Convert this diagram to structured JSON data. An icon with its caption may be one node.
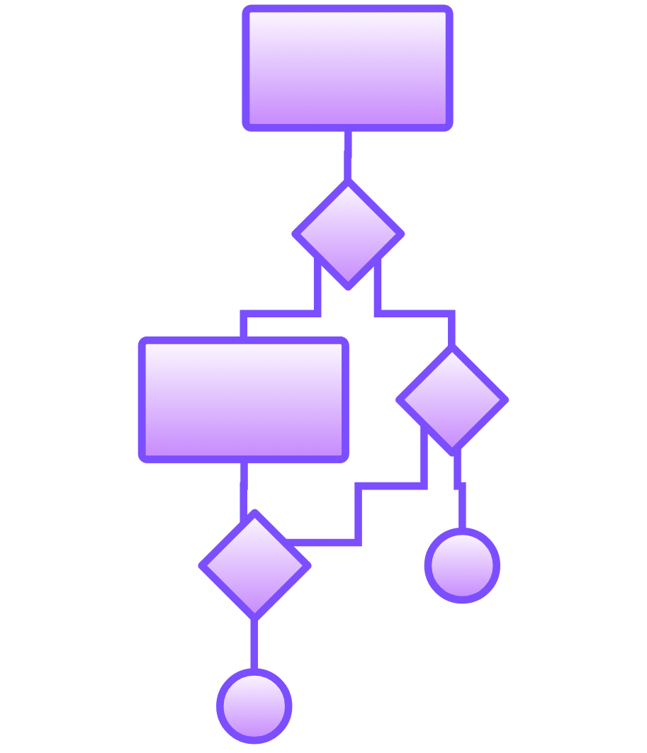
{
  "diagram": {
    "nodes": [
      {
        "text": [],
        "shape": "box"
      },
      {
        "text": [],
        "shape": "diamond"
      },
      {
        "text": [],
        "shape": "box"
      },
      {
        "text": [],
        "shape": "diamond"
      },
      {
        "text": [],
        "shape": "diamond"
      },
      {
        "text": [],
        "shape": "circle"
      },
      {
        "text": [],
        "shape": "circle"
      }
    ],
    "edges": [
      {
        "from": 0,
        "to": 1,
        "arrow": "none"
      },
      {
        "from": 1,
        "to": 2,
        "arrow": "none"
      },
      {
        "from": 1,
        "to": 3,
        "arrow": "none"
      },
      {
        "from": 2,
        "to": 4,
        "arrow": "none"
      },
      {
        "from": 3,
        "to": 4,
        "arrow": "none"
      },
      {
        "from": 4,
        "to": 5,
        "arrow": "none"
      },
      {
        "from": 3,
        "to": 6,
        "arrow": "none"
      }
    ]
  }
}
